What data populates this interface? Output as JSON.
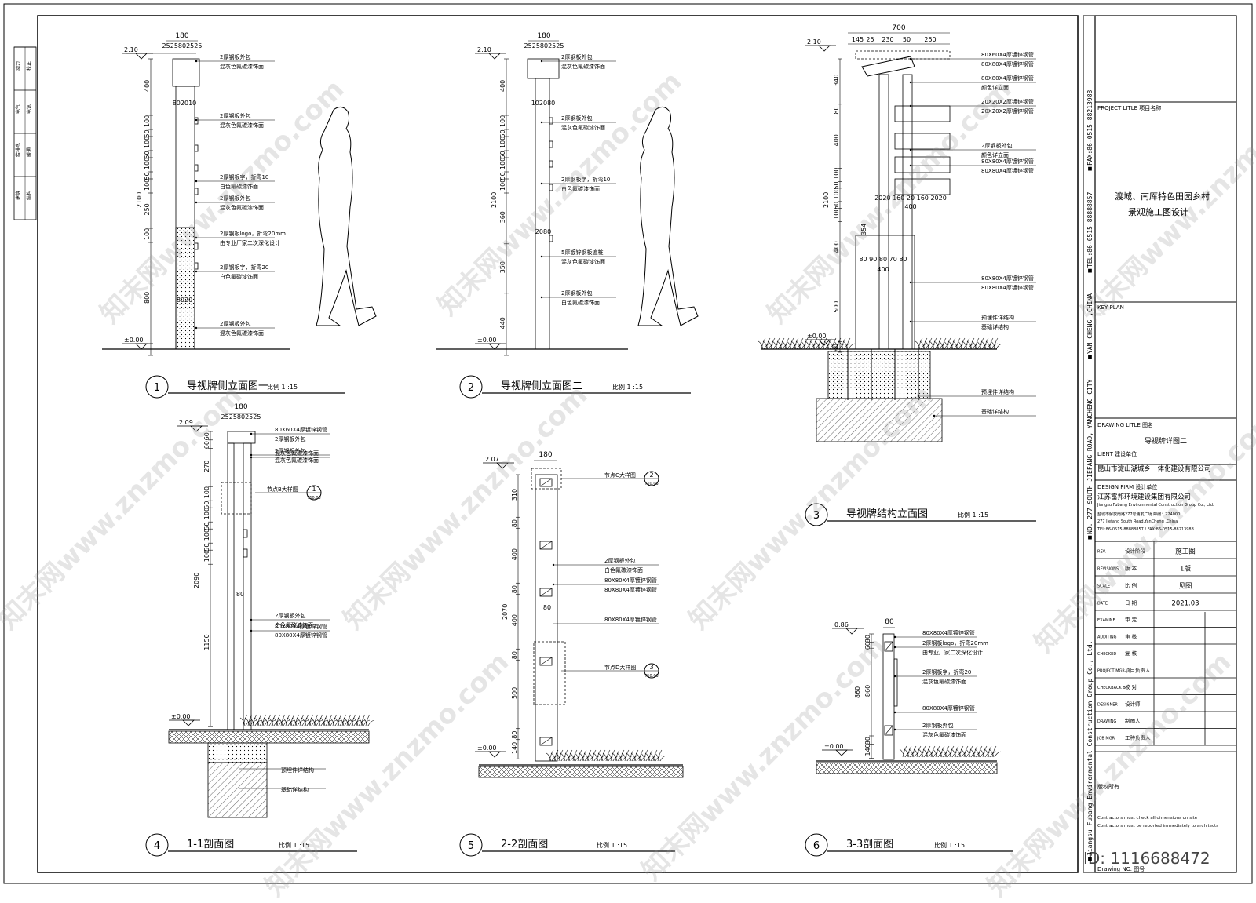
{
  "strip_labels": [
    "动力",
    "校正",
    "电气",
    "电讯",
    "给排水",
    "暖通",
    "建筑",
    "结构"
  ],
  "title_block": {
    "project_title_label": "PROJECT LITLE  项目名称",
    "project_name_1": "渡城、南厍特色田园乡村",
    "project_name_2": "景观施工图设计",
    "key_plan_label": "KEY PLAN",
    "drawing_title_label": "DRAWING LITLE  图名",
    "drawing_title": "导视牌详图二",
    "client_label": "LIENT  建设单位",
    "client": "昆山市淀山湖城乡一体化建设有限公司",
    "design_firm_label": "DESIGN FIRM  设计单位",
    "design_firm_cn": "江苏富邦环境建设集团有限公司",
    "design_firm_en": "Jiangsu Fubang Environmental Construction Group Co., Ltd.",
    "address_cn": "盐城市解放南路277号浦发广场  邮编：224000",
    "address_en": "277 Jiefang South Road,YanCheng ,China",
    "tel_fax": "TEL:86-0515-88888857 / FAX:86-0515-88213988",
    "rows": [
      {
        "en": "REV.",
        "cn": "设计阶段",
        "val": "施工图"
      },
      {
        "en": "REVISIONS",
        "cn": "版 本",
        "val": "1版"
      },
      {
        "en": "SCALE",
        "cn": "比 例",
        "val": "见图"
      },
      {
        "en": "DATE",
        "cn": "日 期",
        "val": "2021.03"
      },
      {
        "en": "EXAMINE",
        "cn": "审 定",
        "val": ""
      },
      {
        "en": "AUDITING",
        "cn": "审 核",
        "val": ""
      },
      {
        "en": "CHECKED",
        "cn": "复 核",
        "val": ""
      },
      {
        "en": "PROJECT MGR.",
        "cn": "项目负责人",
        "val": ""
      },
      {
        "en": "CHECKBACK BY",
        "cn": "校 对",
        "val": ""
      },
      {
        "en": "DESIGNER",
        "cn": "设计师",
        "val": ""
      },
      {
        "en": "DRAWING",
        "cn": "制图人",
        "val": ""
      },
      {
        "en": "JOB MGR.",
        "cn": "工种负责人",
        "val": ""
      }
    ],
    "copyright_label": "版权所有",
    "copyright_en_1": "Contractors must check all dimensions on site",
    "copyright_en_2": "Contractors must be reported immediately to architects",
    "drawing_no_label": "Drawing NO.  图号",
    "id_text": "ID: 1116688472"
  },
  "vertical_strip": {
    "company": "■Jiangsu Fubang Environmental Construction Group Co., Ltd.",
    "address": "■NO. 277 SOUTH JIEFANG ROAD, YANCHENG CITY",
    "city": "■YAN CHENG ,CHINA",
    "tel": "■TEL:86-0515-88888857",
    "fax": "■FAX:86-0515-88213988"
  },
  "watermark": "知末网www.znzmo.com",
  "drawings": {
    "d1": {
      "num": "1",
      "title": "导视牌侧立面图一",
      "scale": "比例  1 :15",
      "elev_top": "2.10",
      "elev_bot": "±0.00",
      "w_total": "180",
      "w_parts": "2525802525",
      "dims": [
        "400",
        "100",
        "50",
        "100",
        "50",
        "100",
        "50",
        "100",
        "250",
        "100",
        "800",
        "2100"
      ],
      "small": [
        "802010",
        "8020"
      ],
      "notes": [
        "2厚钢板外包",
        "混灰色氟碳漆饰面",
        "2厚钢板外包",
        "混灰色氟碳漆饰面",
        "2厚钢板字，折弯10",
        "白色氟碳漆饰面",
        "2厚钢板外包",
        "混灰色氟碳漆饰面",
        "2厚钢板logo，折弯20mm",
        "由专业厂家二次深化设计",
        "2厚钢板字，折弯20",
        "白色氟碳漆饰面",
        "2厚钢板外包",
        "混灰色氟碳漆饰面"
      ]
    },
    "d2": {
      "num": "2",
      "title": "导视牌侧立面图二",
      "scale": "比例  1 :15",
      "elev_top": "2.10",
      "elev_bot": "±0.00",
      "w_total": "180",
      "w_parts": "2525802525",
      "dims": [
        "400",
        "100",
        "50",
        "100",
        "50",
        "100",
        "50",
        "100",
        "360",
        "350",
        "440",
        "2100"
      ],
      "small": [
        "102080",
        "2080"
      ],
      "notes": [
        "2厚钢板外包",
        "混灰色氟碳漆饰面",
        "2厚钢板外包",
        "混灰色氟碳漆饰面",
        "2厚钢板字，折弯10",
        "白色氟碳漆饰面",
        "5厚镀锌钢板追桩",
        "混灰色氟碳漆饰面",
        "2厚钢板外包",
        "白色氟碳漆饰面"
      ]
    },
    "d3": {
      "num": "3",
      "title": "导视牌结构立面图",
      "scale": "比例  1 :15",
      "elev_top": "2.10",
      "elev_bot": "±0.00",
      "w_total": "700",
      "w_parts": [
        "145",
        "25",
        "230",
        "50",
        "250"
      ],
      "dims": [
        "340",
        "80",
        "400",
        "100",
        "50",
        "100",
        "50",
        "100",
        "400",
        "500",
        "80",
        "2100"
      ],
      "inner": [
        "354",
        "2020",
        "160",
        "20",
        "160",
        "2020",
        "400",
        "80",
        "90",
        "80",
        "70",
        "80",
        "400",
        "100"
      ],
      "notes": [
        "80X60X4厚镀锌钢管",
        "80X80X4厚镀锌钢管",
        "80X80X4厚镀锌钢管",
        "颜色详立面",
        "20X20X2厚镀锌钢管",
        "20X20X2厚镀锌钢管",
        "2厚钢板外包",
        "颜色详立面",
        "80X80X4厚镀锌钢管",
        "80X80X4厚镀锌钢管",
        "预埋件详结构",
        "基础详结构"
      ]
    },
    "d4": {
      "num": "4",
      "title": "1-1剖面图",
      "scale": "比例  1 :15",
      "elev_top": "2.09",
      "elev_bot": "±0.00",
      "w_total": "180",
      "w_parts": "2525802525",
      "dims": [
        "60",
        "60",
        "270",
        "100",
        "50",
        "100",
        "50",
        "100",
        "50",
        "100",
        "2090",
        "1150",
        "80"
      ],
      "ref": {
        "label": "节点B大样图",
        "num": "1",
        "sheet": "T10.03"
      },
      "notes": [
        "80X60X4厚镀锌钢管",
        "2厚钢板外包",
        "混灰色氟碳漆饰面",
        "2厚钢板外包",
        "白色氟碳漆饰面",
        "80X80X4厚镀锌钢管",
        "预埋件详结构",
        "基础详结构"
      ]
    },
    "d5": {
      "num": "5",
      "title": "2-2剖面图",
      "scale": "比例  1 :15",
      "elev_top": "2.07",
      "elev_bot": "±0.00",
      "w_total": "180",
      "dims": [
        "310",
        "80",
        "400",
        "80",
        "400",
        "80",
        "500",
        "80",
        "140",
        "2070",
        "80"
      ],
      "refs": [
        {
          "label": "节点C大样图",
          "num": "2",
          "sheet": "T10.03"
        },
        {
          "label": "节点D大样图",
          "num": "3",
          "sheet": "T10.03"
        }
      ],
      "notes": [
        "2厚钢板外包",
        "白色氟碳漆饰面",
        "80X80X4厚镀锌钢管",
        "80X80X4厚镀锌钢管"
      ]
    },
    "d6": {
      "num": "6",
      "title": "3-3剖面图",
      "scale": "比例  1 :15",
      "elev_top": "0.86",
      "elev_bot": "±0.00",
      "w_total": "80",
      "dims": [
        "80",
        "60",
        "860",
        "80",
        "140"
      ],
      "notes": [
        "80X80X4厚镀锌钢管",
        "2厚钢板logo，折弯20mm",
        "由专业厂家二次深化设计",
        "2厚钢板字，折弯20",
        "混灰色氟碳漆饰面",
        "80X80X4厚镀锌钢管",
        "2厚钢板外包",
        "混灰色氟碳漆饰面"
      ]
    }
  }
}
